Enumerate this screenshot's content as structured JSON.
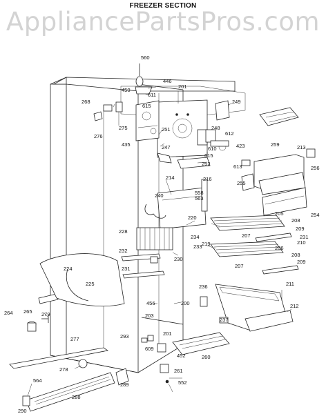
{
  "header": {
    "title": "FREEZER SECTION",
    "watermark": "AppliancePartsPros.com"
  },
  "labels": [
    "560",
    "446",
    "450",
    "201",
    "611",
    "268",
    "615",
    "249",
    "275",
    "276",
    "251",
    "248",
    "612",
    "435",
    "247",
    "610",
    "615",
    "423",
    "259",
    "213",
    "256",
    "613",
    "252",
    "214",
    "216",
    "255",
    "240",
    "558",
    "563",
    "220",
    "254",
    "205",
    "208",
    "209",
    "228",
    "234",
    "207",
    "219",
    "231",
    "232",
    "233",
    "210",
    "206",
    "230",
    "224",
    "208",
    "231",
    "225",
    "207",
    "209",
    "211",
    "236",
    "212",
    "456",
    "200",
    "264",
    "265",
    "279",
    "203",
    "237",
    "293",
    "201",
    "609",
    "452",
    "261",
    "260",
    "277",
    "278",
    "552",
    "564",
    "289",
    "288",
    "290"
  ]
}
